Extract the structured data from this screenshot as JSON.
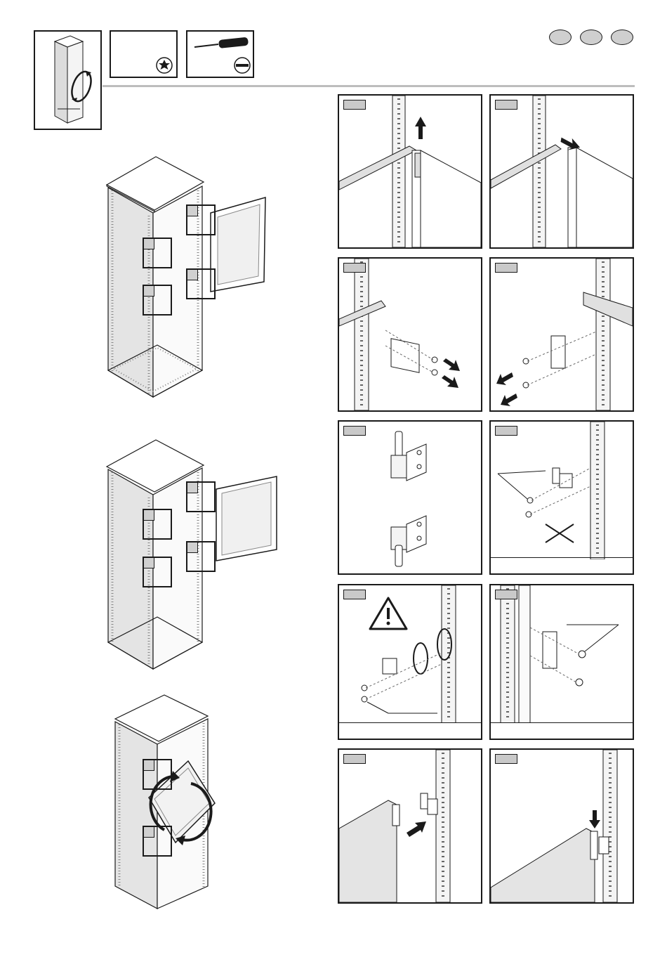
{
  "header": {
    "languages": [
      "",
      "",
      ""
    ],
    "tool_1": {
      "label": "",
      "icon": "torx-icon"
    },
    "tool_2": {
      "label": "",
      "icon": "slotted-screwdriver-icon"
    }
  },
  "steps": [
    {
      "id": "step-1",
      "label": ""
    },
    {
      "id": "step-2",
      "label": ""
    },
    {
      "id": "step-3",
      "label": ""
    },
    {
      "id": "step-4",
      "label": ""
    },
    {
      "id": "step-5",
      "label": ""
    },
    {
      "id": "step-6",
      "label": "",
      "caption": ""
    },
    {
      "id": "step-7",
      "label": "",
      "caption": ""
    },
    {
      "id": "step-8",
      "label": "",
      "caption": ""
    },
    {
      "id": "step-9",
      "label": ""
    },
    {
      "id": "step-10",
      "label": ""
    }
  ],
  "callouts": {
    "cab1": [
      "",
      "",
      "",
      ""
    ],
    "cab2": [
      "",
      "",
      "",
      ""
    ],
    "cab3": [
      "",
      ""
    ]
  },
  "colors": {
    "line": "#1a1a1a",
    "panel_fill": "#e4e4e4",
    "tag_fill": "#c9c9c9",
    "rule": "#bdbdbd"
  }
}
